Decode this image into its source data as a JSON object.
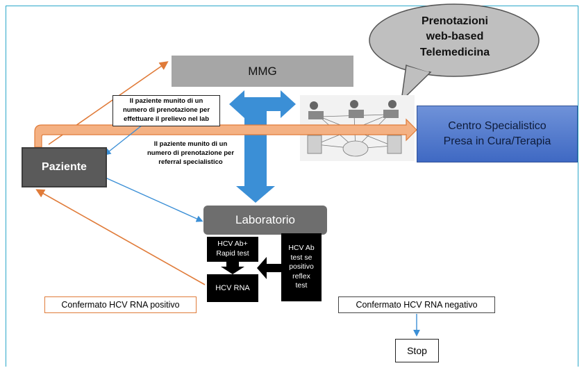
{
  "mmg_label": "MMG",
  "paziente_label": "Paziente",
  "laboratorio_label": "Laboratorio",
  "centro_label": "Centro Specialistico\nPresa in Cura/Terapia",
  "bubble_text": "Prenotazioni\nweb-based\nTelemedicina",
  "note_prelievo": "Il paziente munito di un\nnumero di prenotazione per\neffettuare il prelievo nel lab",
  "note_referral": "Il paziente munito di un\nnumero di prenotazione per\nreferral specialistico",
  "hcv_ab_rapid": "HCV Ab+\nRapid test",
  "hcv_rna": "HCV RNA",
  "hcv_ab_reflex": "HCV Ab\ntest se\npositivo\nreflex\ntest",
  "confirmed_positive": "Confermato HCV RNA positivo",
  "confirmed_negative": "Confermato HCV RNA negativo",
  "stop_label": "Stop",
  "colors": {
    "orange": "#e07b39",
    "blue_arrow": "#3b8fd6",
    "frame": "#2aa7c9",
    "centro": "#4a74c9"
  }
}
